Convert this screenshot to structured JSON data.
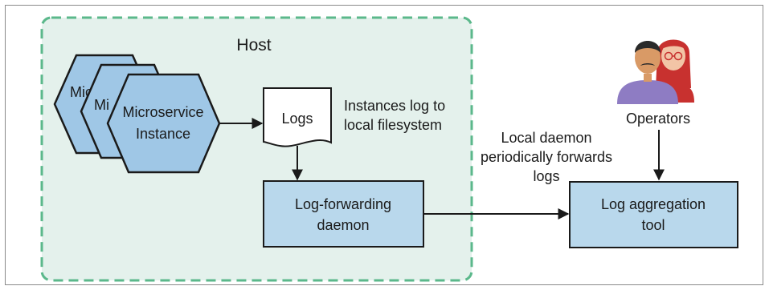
{
  "diagram": {
    "host_label": "Host",
    "microservices": {
      "back_label_1": "Mic",
      "back_label_2": "Mi",
      "front_label_line1": "Microservice",
      "front_label_line2": "Instance"
    },
    "logs_label": "Logs",
    "instances_note_line1": "Instances log to",
    "instances_note_line2": "local filesystem",
    "daemon_label_line1": "Log-forwarding",
    "daemon_label_line2": "daemon",
    "forward_note_line1": "Local daemon",
    "forward_note_line2": "periodically forwards",
    "forward_note_line3": "logs",
    "operators_label": "Operators",
    "tool_label_line1": "Log aggregation",
    "tool_label_line2": "tool"
  },
  "colors": {
    "host_fill": "#e4f1ec",
    "host_border": "#5bb88b",
    "box_fill": "#b9d8ec",
    "hex_fill": "#9fc7e6",
    "stroke": "#1a1a1a"
  },
  "icons": {
    "operators": "people-icon",
    "logs": "document-icon"
  }
}
